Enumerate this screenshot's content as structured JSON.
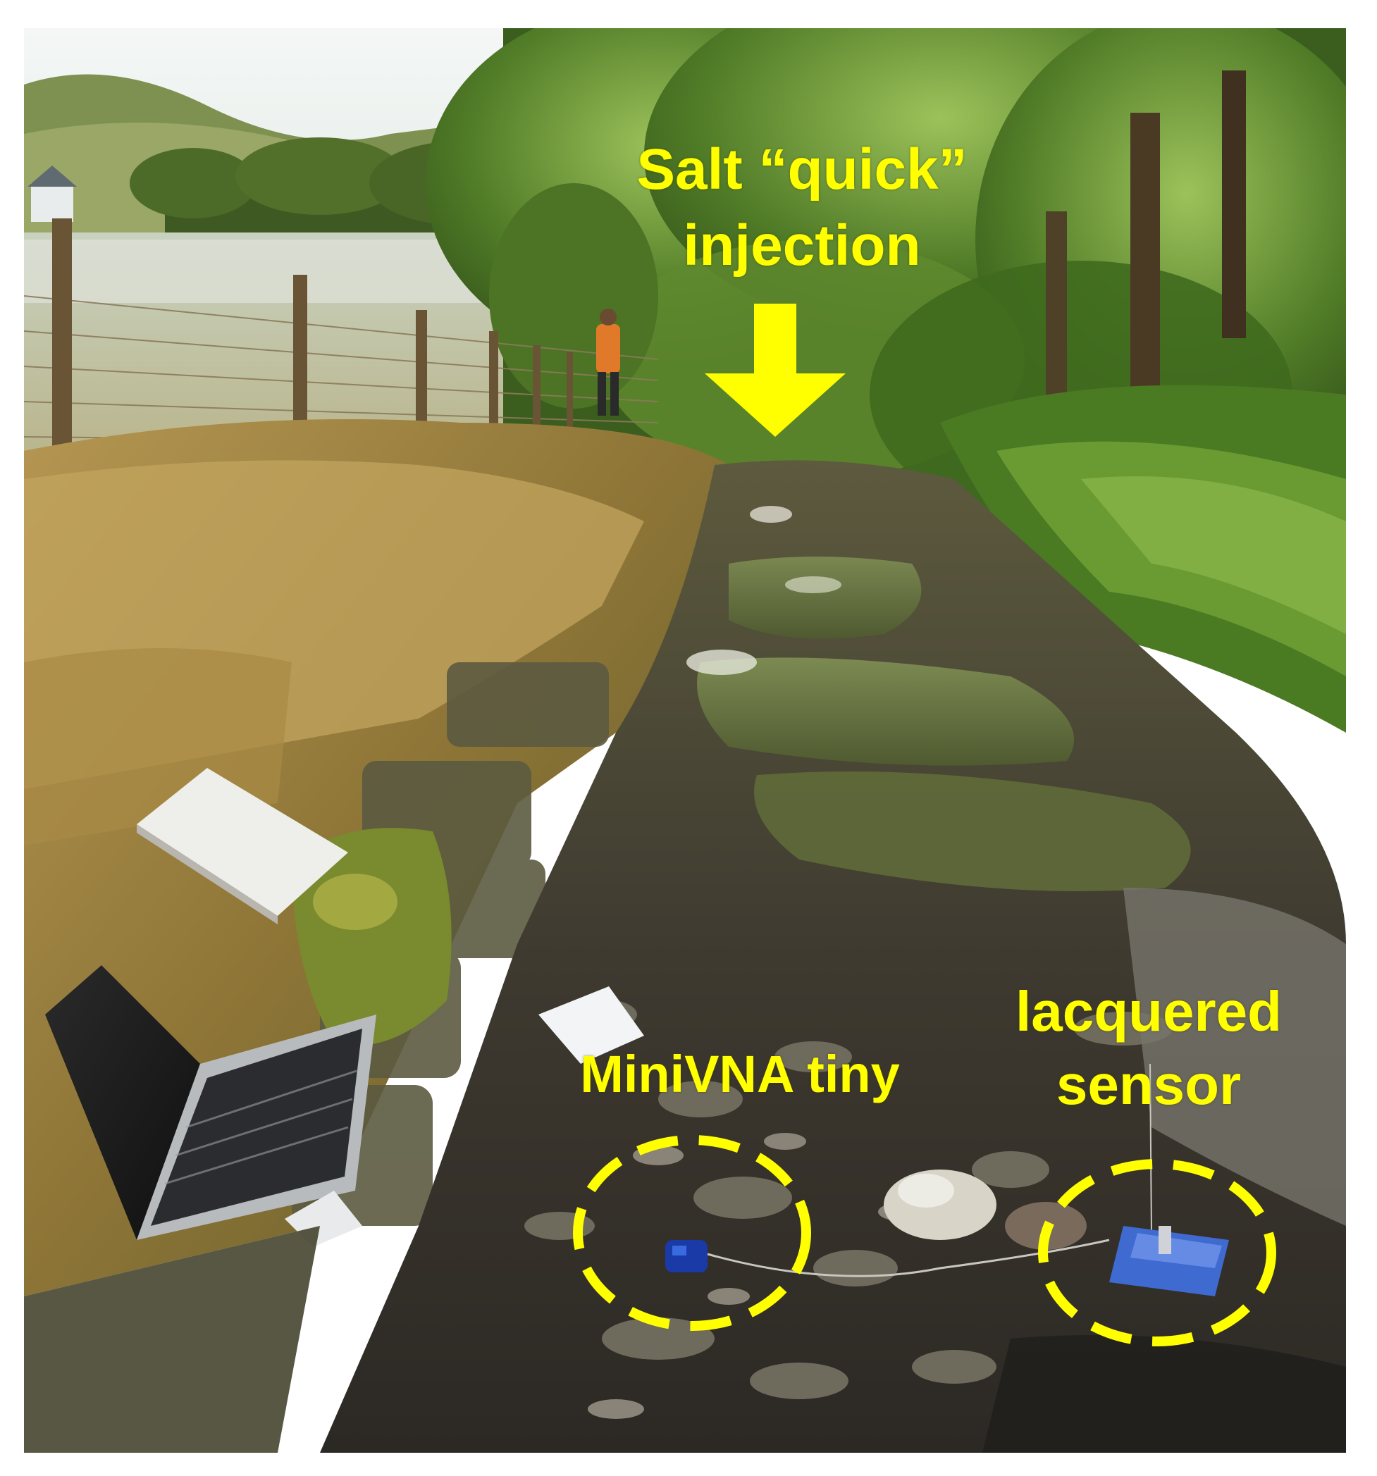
{
  "labels": {
    "injection_line1": "Salt “quick”",
    "injection_line2": "injection",
    "device": "MiniVNA tiny",
    "sensor_line1": "lacquered",
    "sensor_line2": "sensor"
  },
  "colors": {
    "annotation": "#ffff00",
    "background": "#ffffff",
    "foliage": "#3f6a20",
    "sky": "#e8f0f0",
    "stream_water": "#4a5a30",
    "stones": "#5a5048",
    "dry_grass": "#a88a4a"
  },
  "icons": {
    "arrow": "arrow-down-icon",
    "marker": "dashed-circle-marker"
  }
}
